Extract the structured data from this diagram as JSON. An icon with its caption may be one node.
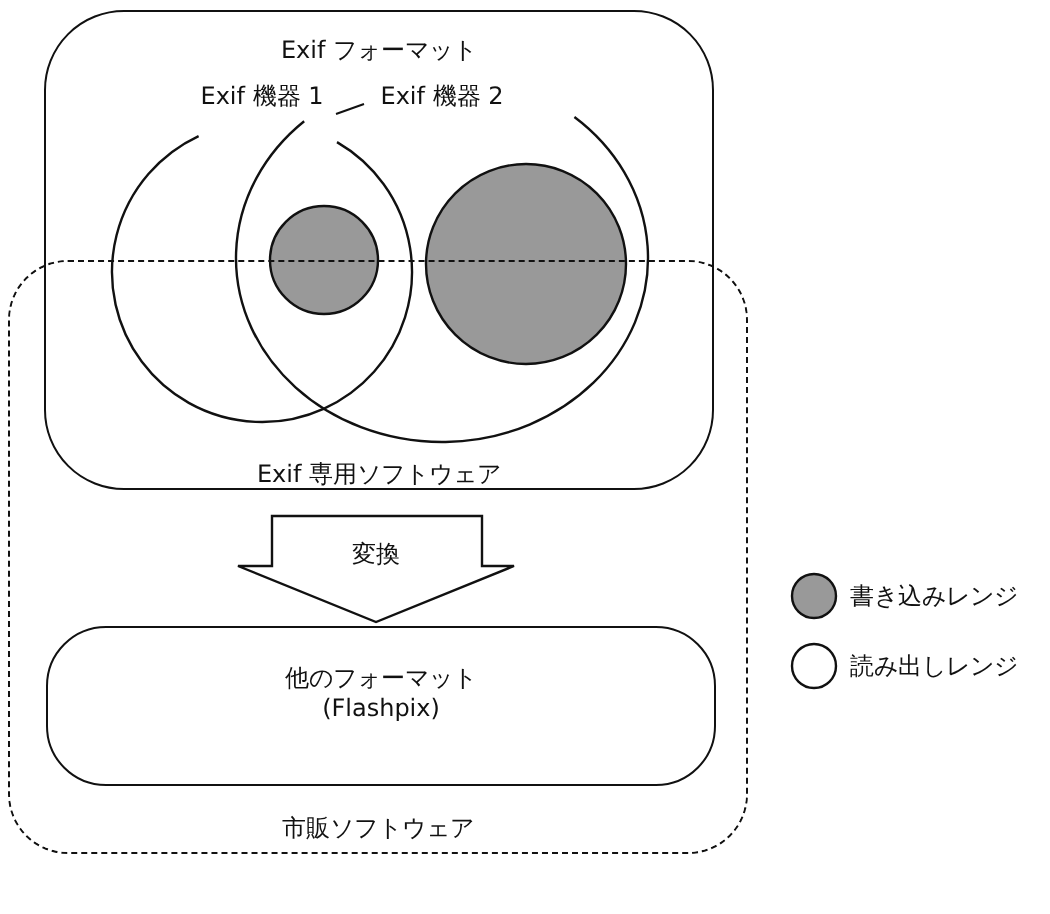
{
  "diagram": {
    "nodes": [
      {
        "text": [
          "Exif フォーマット",
          "Exif 専用ソフトウェア"
        ]
      },
      {
        "text": [
          "Exif 機器 1"
        ],
        "in": 0
      },
      {
        "text": [
          "Exif 機器 2"
        ],
        "in": 0
      },
      {
        "text": [],
        "shape": "circle"
      },
      {
        "text": [],
        "shape": "circle",
        "in": 2
      },
      {
        "text": [
          "市販ソフトウェア"
        ]
      },
      {
        "text": [
          "他のフォーマット (Flashpix)"
        ],
        "in": 5
      }
    ],
    "edges": [
      {
        "from": 0,
        "to": 6,
        "arrow": "to",
        "label": "変換"
      }
    ],
    "legend": [
      {
        "text": "書き込みレンジ",
        "color": "#999999"
      },
      {
        "text": "読み出しレンジ"
      }
    ]
  }
}
